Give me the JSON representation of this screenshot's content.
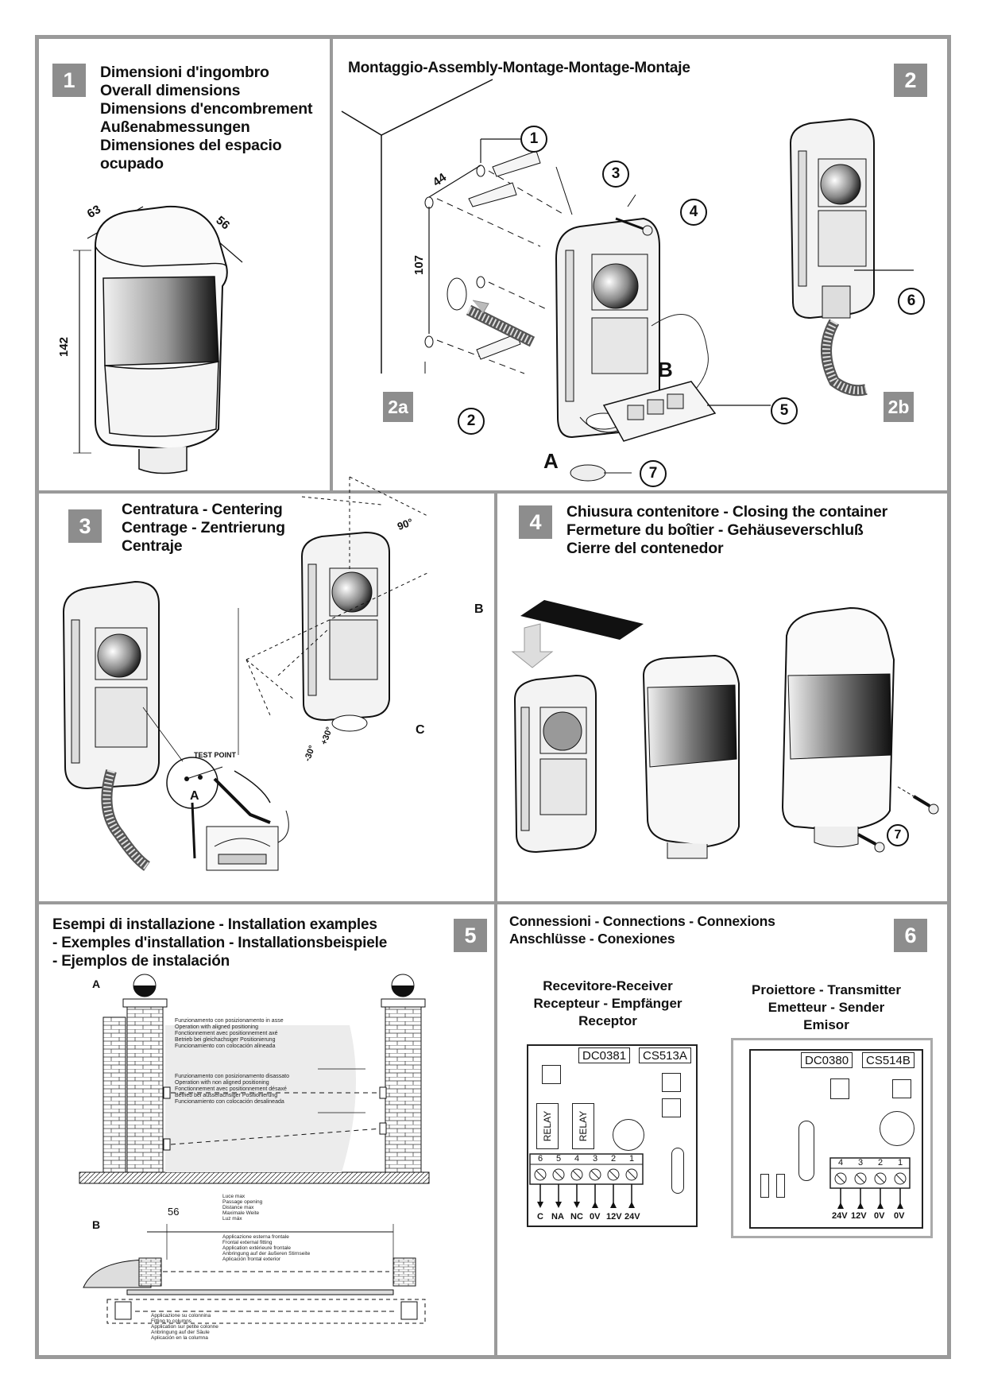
{
  "panels": {
    "p1": {
      "number": "1",
      "title_lines": [
        "Dimensioni d'ingombro",
        "Overall dimensions",
        "Dimensions d'encombrement",
        "Außenabmessungen",
        "Dimensiones del espacio",
        "ocupado"
      ],
      "dims": {
        "width": "63",
        "depth": "56",
        "height": "142"
      }
    },
    "p2": {
      "number": "2",
      "title": "Montaggio-Assembly-Montage-Montage-Montaje",
      "sub_a": "2a",
      "sub_b": "2b",
      "dims": {
        "hole_spacing": "44",
        "vertical_spacing": "107"
      },
      "callouts": [
        "1",
        "2",
        "3",
        "4",
        "5",
        "6",
        "7"
      ],
      "letters": {
        "a": "A",
        "b": "B"
      }
    },
    "p3": {
      "number": "3",
      "title_lines": [
        "Centratura - Centering",
        "Centrage - Zentrierung",
        "Centraje"
      ],
      "test_point": "TEST POINT",
      "angle": "90°",
      "angle_minus": "-30°",
      "angle_plus": "+30°",
      "letters": {
        "a": "A",
        "b": "B",
        "c": "C"
      }
    },
    "p4": {
      "number": "4",
      "title_lines": [
        "Chiusura contenitore - Closing the container",
        "Fermeture du boîtier - Gehäuseverschluß",
        "Cierre del contenedor"
      ],
      "callout": "7"
    },
    "p5": {
      "number": "5",
      "title_lines": [
        "Esempi di installazione - Installation examples",
        "- Exemples d'installation - Installationsbeispiele",
        "- Ejemplos de instalación"
      ],
      "label_a": "A",
      "label_b": "B",
      "aligned": [
        "Funzionamento con posizionamento in asse",
        "Operation with aligned positioning",
        "Fonctionnement avec positionnement axé",
        "Betrieb bei gleichachsiger Positionierung",
        "Funcionamiento con colocación alineada"
      ],
      "not_aligned": [
        "Funzionamento con posizionamento disassato",
        "Operation with non aligned positioning",
        "Fonctionnement avec positionnement désaxé",
        "Betrieb bei ausserachsiger Positionierung",
        "Funcionamiento con colocación desalineada"
      ],
      "passage": [
        "Luce max",
        "Passage opening",
        "Distance max",
        "Maximale Weite",
        "Luz máx"
      ],
      "external": [
        "Applicazione esterna frontale",
        "Frontal external fitting",
        "Application extérieure frontale",
        "Anbringung auf der äußeren Stirnseite",
        "Aplicación frontal exterior"
      ],
      "columns": [
        "Applicazione su colonnina",
        "Fitting to columns",
        "Application sur petite colonne",
        "Anbringung auf der Säule",
        "Aplicación en la columna"
      ],
      "dim_56": "56"
    },
    "p6": {
      "number": "6",
      "title_lines": [
        "Connessioni - Connections - Connexions",
        "Anschlüsse - Conexiones"
      ],
      "receiver": {
        "title_lines": [
          "Recevitore-Receiver",
          "Recepteur - Empfänger",
          "Receptor"
        ],
        "code1": "DC0381",
        "code2": "CS513A",
        "relay": "RELAY",
        "terminals": [
          "6",
          "5",
          "4",
          "3",
          "2",
          "1"
        ],
        "labels": [
          "C",
          "NA",
          "NC",
          "0V",
          "12V",
          "24V"
        ]
      },
      "transmitter": {
        "title_lines": [
          "Proiettore - Transmitter",
          "Emetteur - Sender",
          "Emisor"
        ],
        "code1": "DC0380",
        "code2": "CS514B",
        "terminals": [
          "4",
          "3",
          "2",
          "1"
        ],
        "labels": [
          "24V",
          "12V",
          "0V",
          "0V"
        ]
      }
    }
  }
}
